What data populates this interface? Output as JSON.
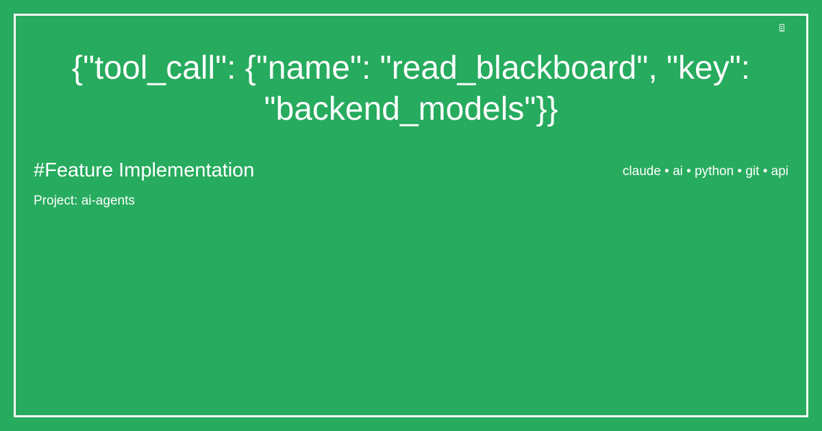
{
  "card": {
    "background_color": "#27ab5e",
    "border_color": "#ffffff",
    "text_color": "#ffffff",
    "title": "{\"tool_call\": {\"name\": \"read_blackboard\", \"key\": \"backend_models\"}}",
    "heading": "#Feature Implementation",
    "project_label": "Project: ai-agents",
    "tags_line": "claude • ai • python • git • api",
    "tags": [
      "claude",
      "ai",
      "python",
      "git",
      "api"
    ],
    "tag_separator": "•",
    "badge": {
      "icon": "missing-glyph-box-icon",
      "glyph": ""
    }
  }
}
